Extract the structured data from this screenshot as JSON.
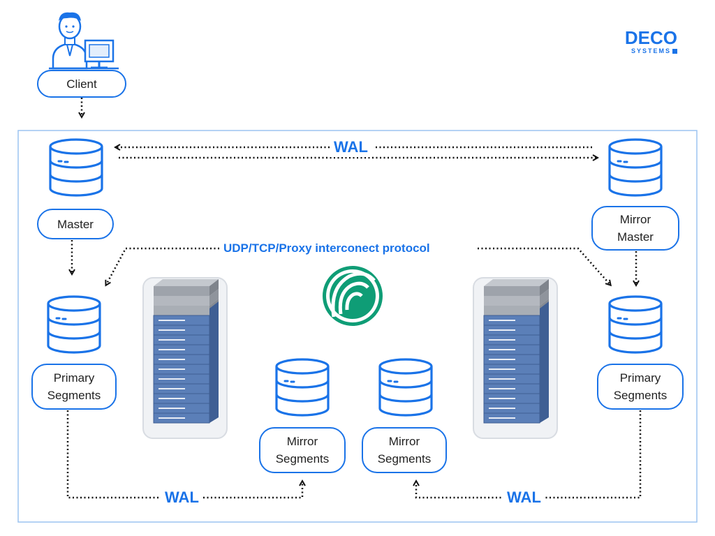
{
  "brand": {
    "name": "DECO",
    "sub": "SYSTEMS"
  },
  "nodes": {
    "client": "Client",
    "master": "Master",
    "mirror_master": [
      "Mirror",
      "Master"
    ],
    "primary_left": [
      "Primary",
      "Segments"
    ],
    "primary_right": [
      "Primary",
      "Segments"
    ],
    "mirror_left": [
      "Mirror",
      "Segments"
    ],
    "mirror_right": [
      "Mirror",
      "Segments"
    ]
  },
  "edges": {
    "wal_top": "WAL",
    "interconnect": "UDP/TCP/Proxy interconect protocol",
    "wal_bottom_left": "WAL",
    "wal_bottom_right": "WAL"
  },
  "colors": {
    "accent": "#1a73e8",
    "logo_green": "#0f9d76",
    "rack_blue": "#5b7fb8",
    "rack_gray": "#a9aeb5"
  }
}
